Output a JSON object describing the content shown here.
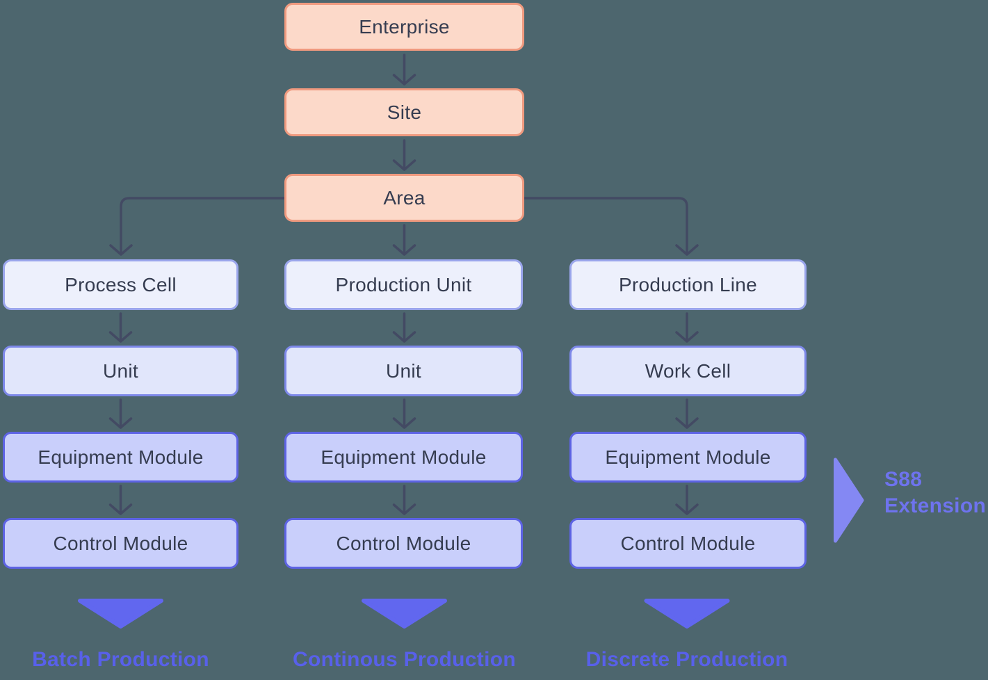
{
  "diagram": {
    "background": "#4d666e",
    "top_chain": [
      "Enterprise",
      "Site",
      "Area"
    ],
    "columns": [
      {
        "boxes": [
          "Process Cell",
          "Unit",
          "Equipment Module",
          "Control Module"
        ],
        "result": "Batch Production"
      },
      {
        "boxes": [
          "Production Unit",
          "Unit",
          "Equipment Module",
          "Control Module"
        ],
        "result": "Continous Production"
      },
      {
        "boxes": [
          "Production Line",
          "Work Cell",
          "Equipment Module",
          "Control Module"
        ],
        "result": "Discrete Production"
      }
    ],
    "annotation": {
      "line1": "S88",
      "line2": "Extension"
    },
    "colors": {
      "background": "#4d666e",
      "level1_fill": "#fcd9c9",
      "level1_border": "#f09a7f",
      "level2_fill": "#edf0fc",
      "level2_border": "#9ba6ec",
      "level3_fill": "#e1e6fb",
      "level3_border": "#7d88e9",
      "level4_fill": "#c9cffb",
      "level4_border": "#5d63e4",
      "box_text": "#353c50",
      "arrow": "#434a63",
      "result_triangle": "#6167ef",
      "result_text": "#5860ea",
      "annotation_triangle": "#8488f3",
      "annotation_text": "#6e73ee"
    }
  }
}
